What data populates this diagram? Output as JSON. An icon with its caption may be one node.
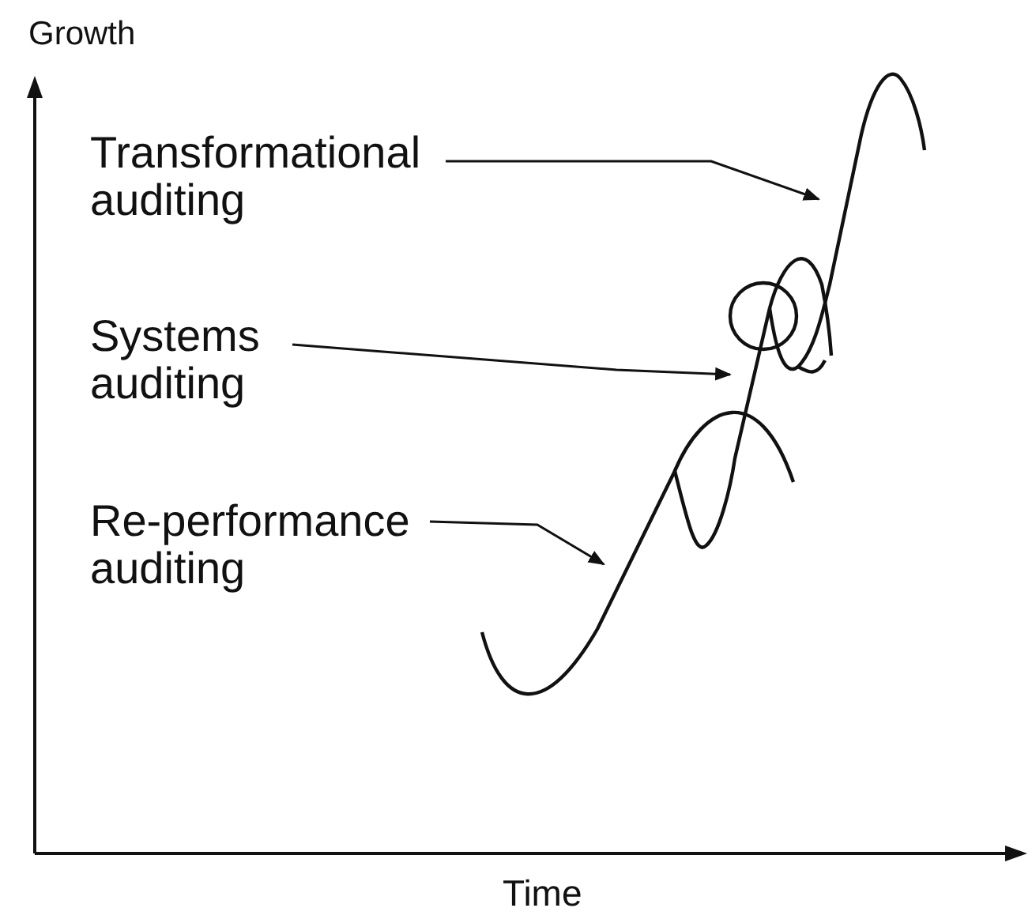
{
  "diagram": {
    "nodes": [
      {
        "text": [
          "Transformational auditing"
        ]
      },
      {
        "text": [
          "Systems auditing"
        ]
      },
      {
        "text": [
          "Re-performance auditing"
        ]
      }
    ],
    "edges": [
      {
        "from": 0,
        "to": null,
        "arrow": "to"
      },
      {
        "from": 1,
        "to": null,
        "arrow": "to"
      },
      {
        "from": 2,
        "to": null,
        "arrow": "to"
      }
    ],
    "labels": [
      "Growth",
      "Time"
    ]
  }
}
